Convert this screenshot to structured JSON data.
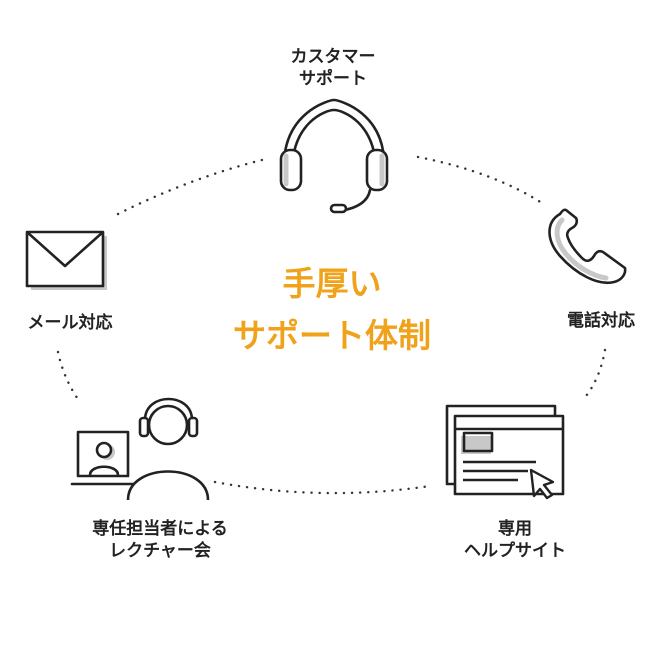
{
  "diagram": {
    "center_lines": [
      "手厚い",
      "サポート体制"
    ],
    "items": [
      {
        "id": "customer-support",
        "icon": "headset-icon",
        "lines": [
          "カスタマー",
          "サポート"
        ]
      },
      {
        "id": "phone",
        "icon": "phone-icon",
        "lines": [
          "電話対応"
        ]
      },
      {
        "id": "help-site",
        "icon": "browser-window-icon",
        "lines": [
          "専用",
          "ヘルプサイト"
        ]
      },
      {
        "id": "lecture",
        "icon": "video-lecture-icon",
        "lines": [
          "専任担当者による",
          "レクチャー会"
        ]
      },
      {
        "id": "email",
        "icon": "envelope-icon",
        "lines": [
          "メール対応"
        ]
      }
    ]
  },
  "colors": {
    "accent": "#f0a21a",
    "stroke": "#222222",
    "shade": "#c8c8c8",
    "dots": "#333333"
  }
}
